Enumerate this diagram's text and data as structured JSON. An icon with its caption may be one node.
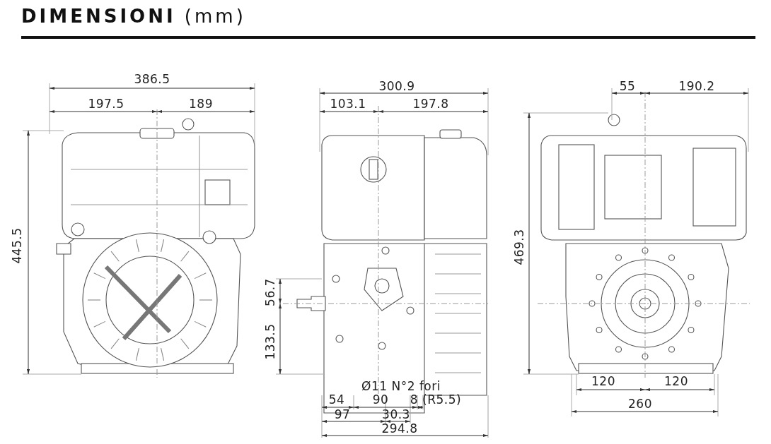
{
  "diagram": {
    "title": "**DIMENSIONI** (mm)",
    "labels": [
      "386.5",
      "197.5",
      "189",
      "300.9",
      "103.1",
      "197.8",
      "55",
      "190.2",
      "445.5",
      "469.3",
      "56.7",
      "133.5",
      "Ø11 N°2 fori",
      "54",
      "90",
      "8 (R5.5)",
      "97",
      "30.3",
      "294.8",
      "120",
      "120",
      "260"
    ]
  }
}
